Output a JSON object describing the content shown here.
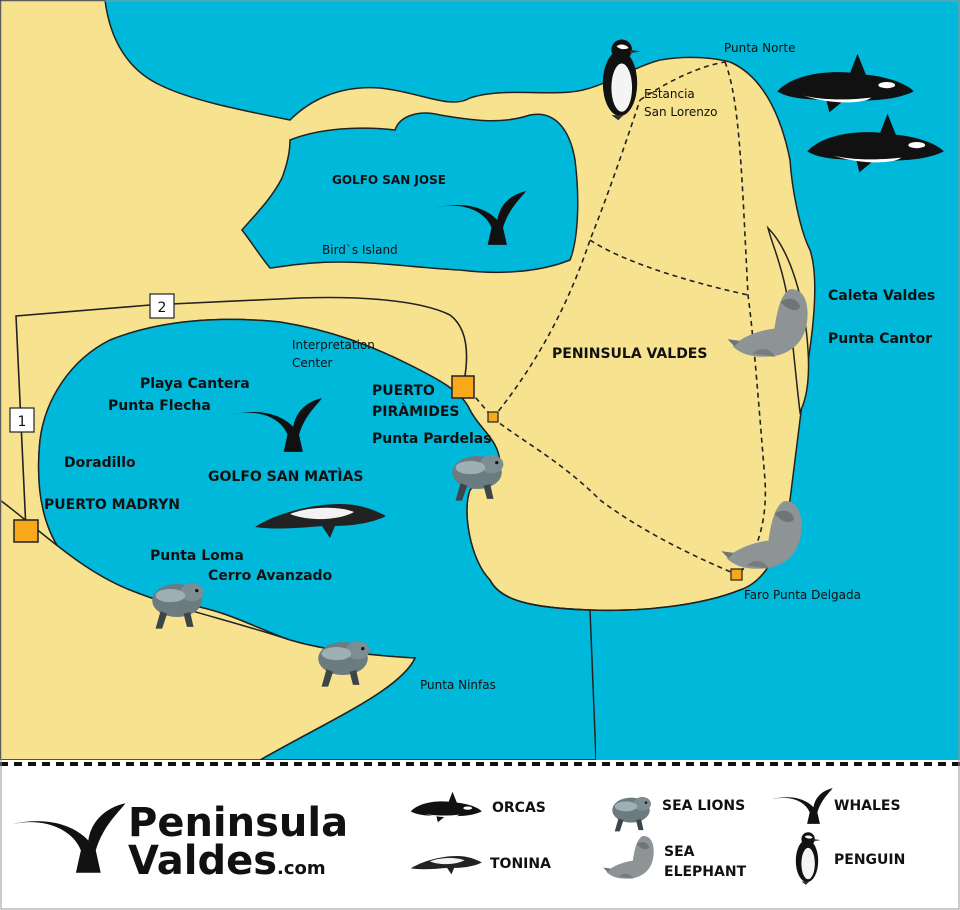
{
  "colors": {
    "sea": "#00b8d9",
    "land": "#f7e38f",
    "route_marker": "#f7a81b",
    "dark": "#111111"
  },
  "places": {
    "punta_norte": "Punta Norte",
    "estancia_1": "Estancia",
    "estancia_2": "San Lorenzo",
    "golfo_san_jose": "GOLFO SAN JOSE",
    "birds_island": "Bird`s Island",
    "caleta_valdes": "Caleta Valdes",
    "punta_cantor": "Punta Cantor",
    "peninsula_valdes": "PENINSULA VALDES",
    "interpretation_1": "Interpretation",
    "interpretation_2": "Center",
    "puerto_piramides_1": "PUERTO",
    "puerto_piramides_2": "PIRÀMIDES",
    "punta_pardelas": "Punta Pardelas",
    "playa_cantera": "Playa Cantera",
    "punta_flecha": "Punta Flecha",
    "doradillo": "Doradillo",
    "golfo_san_matias": "GOLFO SAN MATÌAS",
    "puerto_madryn": "PUERTO MADRYN",
    "punta_loma": "Punta Loma",
    "cerro_avanzado": "Cerro Avanzado",
    "faro_punta_delgada": "Faro Punta Delgada",
    "punta_ninfas": "Punta Ninfas"
  },
  "routes": {
    "route_1": "1",
    "route_2": "2"
  },
  "brand": {
    "line1": "Peninsula",
    "line2": "Valdes",
    "suffix": ".com"
  },
  "legend": {
    "orcas": "ORCAS",
    "tonina": "TONINA",
    "sea_lions": "SEA LIONS",
    "sea_elephant_1": "SEA",
    "sea_elephant_2": "ELEPHANT",
    "whales": "WHALES",
    "penguin": "PENGUIN"
  }
}
